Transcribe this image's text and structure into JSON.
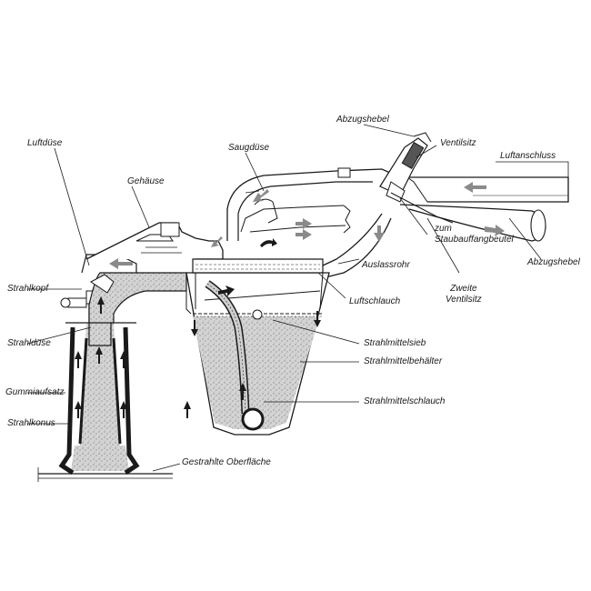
{
  "diagram": {
    "labels": {
      "abzugshebel_top": "Abzugshebel",
      "luftduese": "Luftdüse",
      "saugduese": "Saugdüse",
      "ventilsitz": "Ventilsitz",
      "luftanschluss": "Luftanschluss",
      "gehaeuse": "Gehäuse",
      "zum_staubauffangbeutel": "zum\nStaubauffangbeutel",
      "abzugshebel_right": "Abzugshebel",
      "auslassrohr": "Auslassrohr",
      "strahlkopf": "Strahlkopf",
      "luftschlauch": "Luftschlauch",
      "zweite_ventilsitz": "Zweite\nVentilsitz",
      "strahlduese": "Strahldüse",
      "strahlmittelsieb": "Strahlmittelsieb",
      "strahlmittelbehaelter": "Strahlmittelbehälter",
      "gummiaufsatz": "Gummiaufsatz",
      "strahlmittelschlauch": "Strahlmittelschlauch",
      "strahlkonus": "Strahlkonus",
      "gestrahlte_oberflaeche": "Gestrahlte Oberfläche"
    },
    "colors": {
      "line": "#1a1a1a",
      "media_fill": "#c9c9c9",
      "media_dark": "#9a9a9a",
      "arrow_grey": "#8a8a8a",
      "background": "#ffffff"
    }
  }
}
